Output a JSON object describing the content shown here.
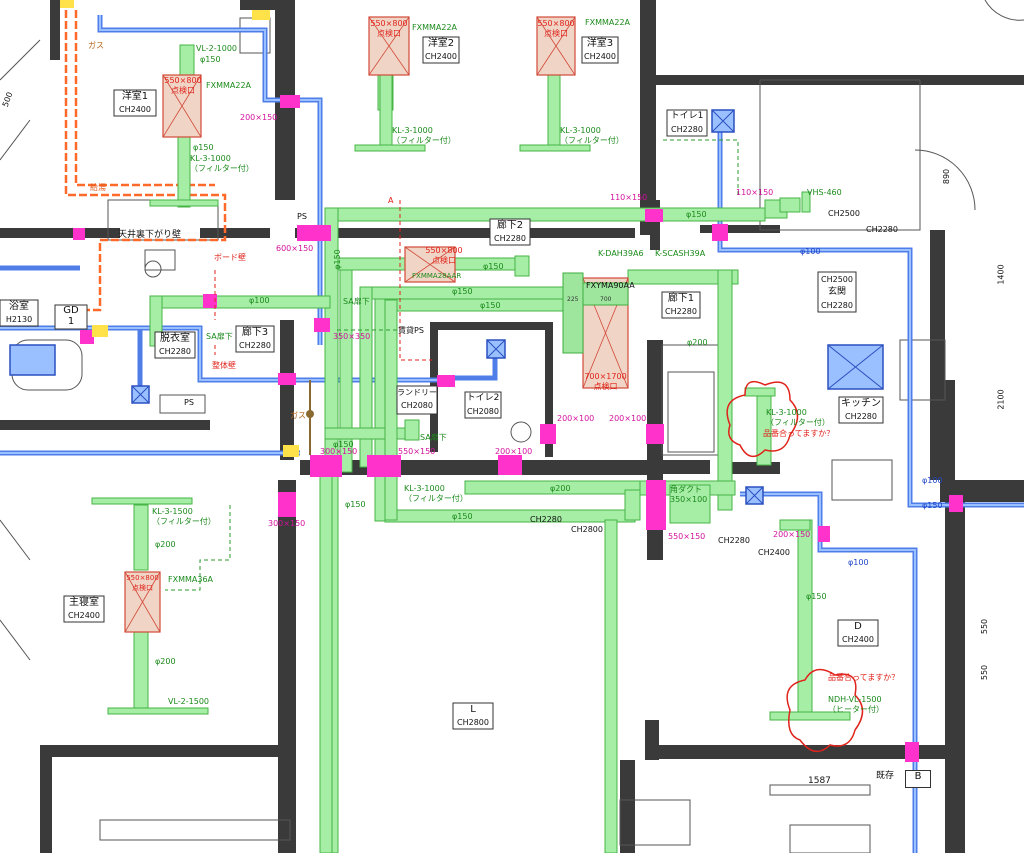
{
  "colors": {
    "duct_green": "#8fe38f",
    "duct_green_stroke": "#3fae3f",
    "pipe_blue": "#4f7ee8",
    "pipe_blue_fill": "#9bc0ff",
    "gas_orange": "#ff6a2a",
    "magenta": "#ff33cc",
    "wall": "#2b2b2b",
    "red_text": "#e0231b",
    "green_text": "#1b8a1b",
    "blue_text": "#2146c8"
  },
  "rooms": {
    "yoshitsu1": {
      "name": "洋室1",
      "ch": "CH2400"
    },
    "yoshitsu2": {
      "name": "洋室2",
      "ch": "CH2400"
    },
    "yoshitsu3": {
      "name": "洋室3",
      "ch": "CH2400"
    },
    "toilet1": {
      "name": "トイレ1",
      "ch": "CH2280"
    },
    "genkan": {
      "name": "玄関",
      "ch": "CH2280",
      "ch2": "CH2500"
    },
    "roka2": {
      "name": "廊下2",
      "ch": "CH2280"
    },
    "roka1": {
      "name": "廊下1",
      "ch": "CH2280"
    },
    "roka3": {
      "name": "廊下3",
      "ch": "CH2280"
    },
    "yokushitsu": {
      "name": "浴室",
      "ch": "H2130"
    },
    "datsuishitsu": {
      "name": "脱衣室",
      "ch": "CH2280"
    },
    "laundry": {
      "name": "ランドリー",
      "ch": "CH2080"
    },
    "toilet2": {
      "name": "トイレ2",
      "ch": "CH2080"
    },
    "kitchen": {
      "name": "キッチン",
      "ch": "CH2280"
    },
    "shushinshitsu": {
      "name": "主寝室",
      "ch": "CH2400"
    },
    "living": {
      "name": "L",
      "ch": "CH2800"
    },
    "room_d": {
      "name": "D",
      "ch": "CH2400"
    }
  },
  "labels": {
    "gas": "ガス",
    "gas2": "ガス",
    "kyuto": "給湯",
    "tenjo_sagari": "天井裏下がり壁",
    "board_wall": "ボード壁",
    "seitai_wall": "整体壁",
    "sa_tobira1": "SA扉下",
    "sa_tobira2": "SA扉下",
    "sa_tobira3": "SA扉下",
    "gd": "GD",
    "gd_num": "1",
    "ps": "PS",
    "ps2": "PS",
    "rental_ps": "賃貸PS",
    "kisetsu": "既存",
    "b_mark": "B",
    "a_mark": "A",
    "kaku_duct": "角ダクト",
    "kaku_duct_size": "350×100",
    "q1": "品番合ってますか？",
    "q2": "品番合ってますか？"
  },
  "equipment": {
    "fxmma22a_1": "FXMMA22A",
    "fxmma22a_2": "FXMMA22A",
    "fxmma22a_3": "FXMMA22A",
    "fxmma28aar": "FXMMA28AAR",
    "fxyma90aa": "FXYMA90AA",
    "fxmma36a": "FXMMA36A",
    "k_dah39a6": "K-DAH39A6",
    "k_scash39a": "K-SCASH39A",
    "vhs460": "VHS-460",
    "vl2_1000": "VL-2-1000",
    "vl2_1500": "VL-2-1500",
    "kl3_1000_a": "KL-3-1000",
    "kl3_1000_b": "KL-3-1000",
    "kl3_1000_c": "KL-3-1000",
    "kl3_1000_d": "KL-3-1000",
    "kl3_1000_e": "KL-3-1000",
    "kl3_1500": "KL-3-1500",
    "ndh_vl": "NDH-VL-1500",
    "filter": "（フィルター付）",
    "filter2": "（フィルター付）",
    "filter3": "（フィルター付）",
    "filter4": "（フィルター付）",
    "filter5": "（フィルター付）",
    "filter6": "（フィルター付）",
    "heater": "（ヒーター付）",
    "inspection_1": "550×800",
    "inspection_1b": "点検口",
    "inspection_2": "550×800",
    "inspection_2b": "点検口",
    "inspection_3": "550×800",
    "inspection_3b": "点検口",
    "inspection_4": "550×800",
    "inspection_4b": "点検口",
    "inspection_5": "550×800",
    "inspection_5b": "点検口",
    "inspection_6": "700×1700",
    "inspection_6b": "点検口"
  },
  "pipe_sizes": {
    "phi150_a": "φ150",
    "phi150_b": "φ150",
    "phi150_c": "φ150",
    "phi150_d": "φ150",
    "phi150_e": "φ150",
    "phi150_f": "φ150",
    "phi150_g": "φ150",
    "phi150_h": "φ150",
    "phi150_i": "φ150",
    "phi150_j": "φ150",
    "phi150_k": "φ150",
    "phi150_l": "φ150",
    "phi100_a": "φ100",
    "phi100_b": "φ100",
    "phi100_c": "φ100",
    "phi100_d": "φ100",
    "phi200_a": "φ200",
    "phi200_b": "φ200",
    "phi200_c": "φ200",
    "phi200_d": "φ200"
  },
  "magenta_sizes": {
    "s200x150_a": "200×150",
    "s200x150_b": "200×150",
    "s110x150_a": "110×150",
    "s110x150_b": "110×150",
    "s600x150": "600×150",
    "s350x350": "350×350",
    "s300x150_a": "300×150",
    "s300x150_b": "300×150",
    "s550x150_a": "550×150",
    "s550x150_b": "550×150",
    "s200x100_a": "200×100",
    "s200x100_b": "200×100",
    "s200x100_c": "200×100"
  },
  "ceiling_heights": {
    "ch2500": "CH2500",
    "ch2280_a": "CH2280",
    "ch2280_b": "CH2280",
    "ch2280_c": "CH2280",
    "ch2280_d": "CH2280",
    "ch2800": "CH2800",
    "ch2400": "CH2400"
  },
  "dimensions": {
    "d890": "890",
    "d1400": "1400",
    "d2100": "2100",
    "d550_a": "550",
    "d550_b": "550",
    "d1587": "1587",
    "d500": "500",
    "d225": "225",
    "d700": "700"
  }
}
